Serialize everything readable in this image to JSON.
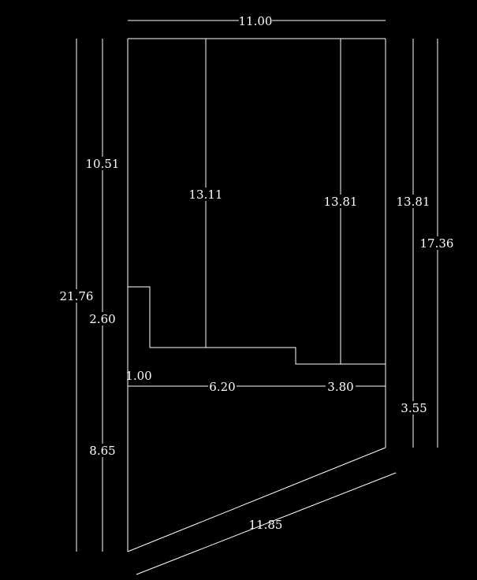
{
  "colors": {
    "background": "#000000",
    "stroke": "#ffffff",
    "text": "#ffffff"
  },
  "dimensions": {
    "top_width": "11.00",
    "left_upper_height": "10.51",
    "left_total_height": "21.76",
    "notch_height": "2.60",
    "lower_left_height": "8.65",
    "inner_line_a": "13.11",
    "inner_line_b": "13.81",
    "right_upper_height": "13.81",
    "right_total_height": "17.36",
    "right_lower_height": "3.55",
    "notch_width": "1.00",
    "middle_span": "6.20",
    "right_span": "3.80",
    "diagonal_edge": "11.85"
  }
}
